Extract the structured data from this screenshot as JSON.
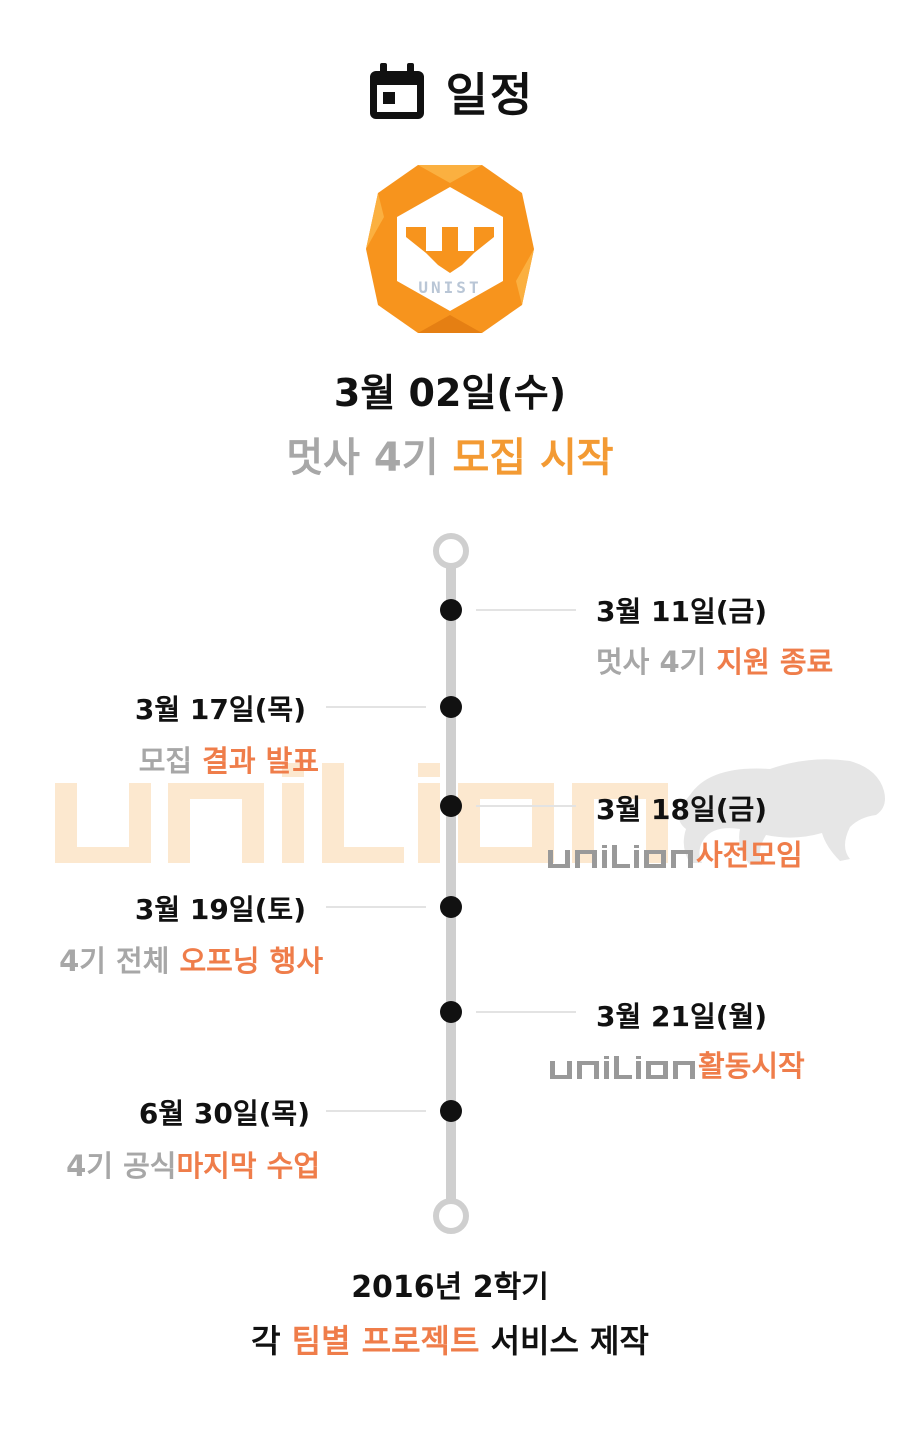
{
  "header": {
    "title": "일정",
    "icon": "calendar-icon"
  },
  "logo": {
    "text": "UNIST",
    "colors": {
      "orange": "#F7941D",
      "light": "#FBB040"
    }
  },
  "start": {
    "date": "3월 02일(수)",
    "desc_grey": "멋사 4기 ",
    "desc_accent": "모집 시작"
  },
  "watermark": {
    "text": "UNILION"
  },
  "events": [
    {
      "date": "3월 11일(금)",
      "desc_grey": "멋사 4기 ",
      "desc_accent": "지원 종료"
    },
    {
      "date": "3월 17일(목)",
      "desc_grey": "모집 ",
      "desc_accent": "결과 발표"
    },
    {
      "date": "3월 18일(금)",
      "desc_logo": "unilion",
      "desc_accent": "사전모임"
    },
    {
      "date": "3월 19일(토)",
      "desc_grey": "4기 전체 ",
      "desc_accent": "오프닝 행사"
    },
    {
      "date": "3월 21일(월)",
      "desc_logo": "unilion",
      "desc_accent": "활동시작"
    },
    {
      "date": "6월 30일(목)",
      "desc_grey": "4기 공식",
      "desc_accent": "마지막 수업"
    }
  ],
  "footer": {
    "line1": "2016년 2학기",
    "line2_a": "각 ",
    "line2_accent": "팀별 프로젝트",
    "line2_b": " 서비스 제작"
  },
  "colors": {
    "accent_orange": "#F39A33",
    "accent_coral": "#EF7D4A",
    "grey_text": "#A7A7A7",
    "timeline": "#CFCFCF"
  }
}
